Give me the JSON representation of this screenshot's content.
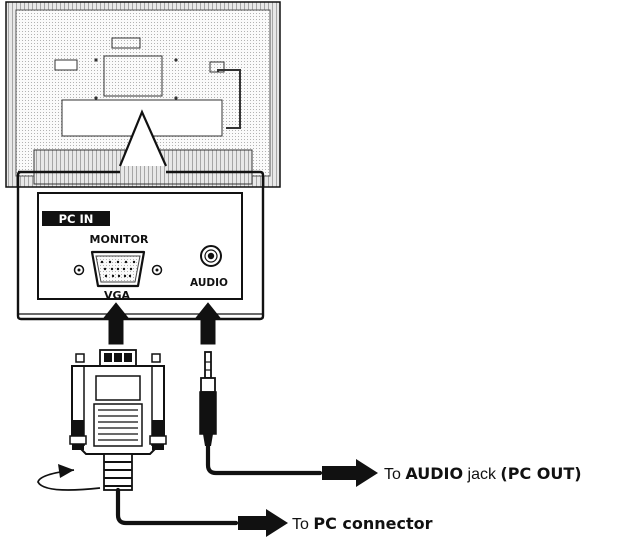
{
  "panel": {
    "badge": "PC IN",
    "monitor_label": "MONITOR",
    "vga_label": "VGA",
    "audio_label": "AUDIO"
  },
  "callouts": {
    "audio": {
      "prefix": "To ",
      "strong": "AUDIO",
      "middle": " jack ",
      "suffix": "(PC OUT)"
    },
    "pc": {
      "prefix": "To ",
      "strong": "PC connector"
    }
  },
  "colors": {
    "line": "#111111",
    "hatch": "#888888",
    "panel_bg": "#ffffff"
  }
}
